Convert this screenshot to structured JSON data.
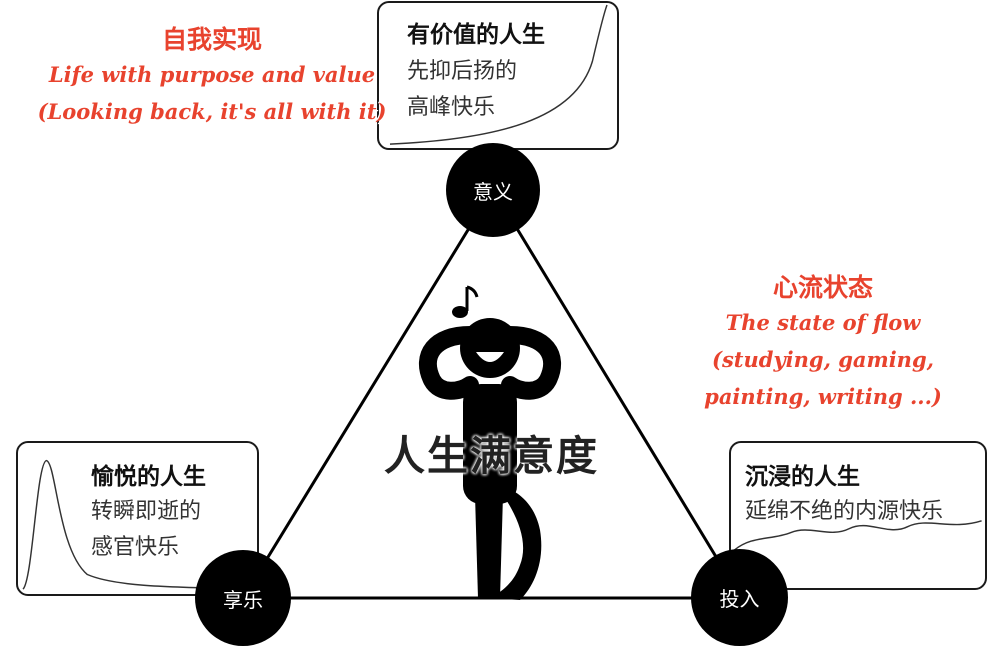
{
  "center": {
    "title": "人生满意度"
  },
  "nodes": {
    "top": "意义",
    "left": "享乐",
    "right": "投入"
  },
  "boxes": {
    "top": {
      "title": "有价值的人生",
      "lines": [
        "先抑后扬的",
        "高峰快乐"
      ]
    },
    "left": {
      "title": "愉悦的人生",
      "lines": [
        "转瞬即逝的",
        "感官快乐"
      ]
    },
    "right": {
      "title": "沉浸的人生",
      "lines": [
        "延绵不绝的内源快乐"
      ]
    }
  },
  "annotations": {
    "top": {
      "zh": "自我实现",
      "en": [
        "Life with purpose and value",
        "(Looking back, it's all with it)"
      ]
    },
    "right": {
      "zh": "心流状态",
      "en": [
        "The state of flow",
        "(studying, gaming,",
        "painting, writing ...)"
      ]
    }
  },
  "icons": {
    "figure": "relaxed-person-icon",
    "note": "music-note-icon"
  },
  "colors": {
    "annotation": "#e8432e",
    "ink": "#000000"
  }
}
